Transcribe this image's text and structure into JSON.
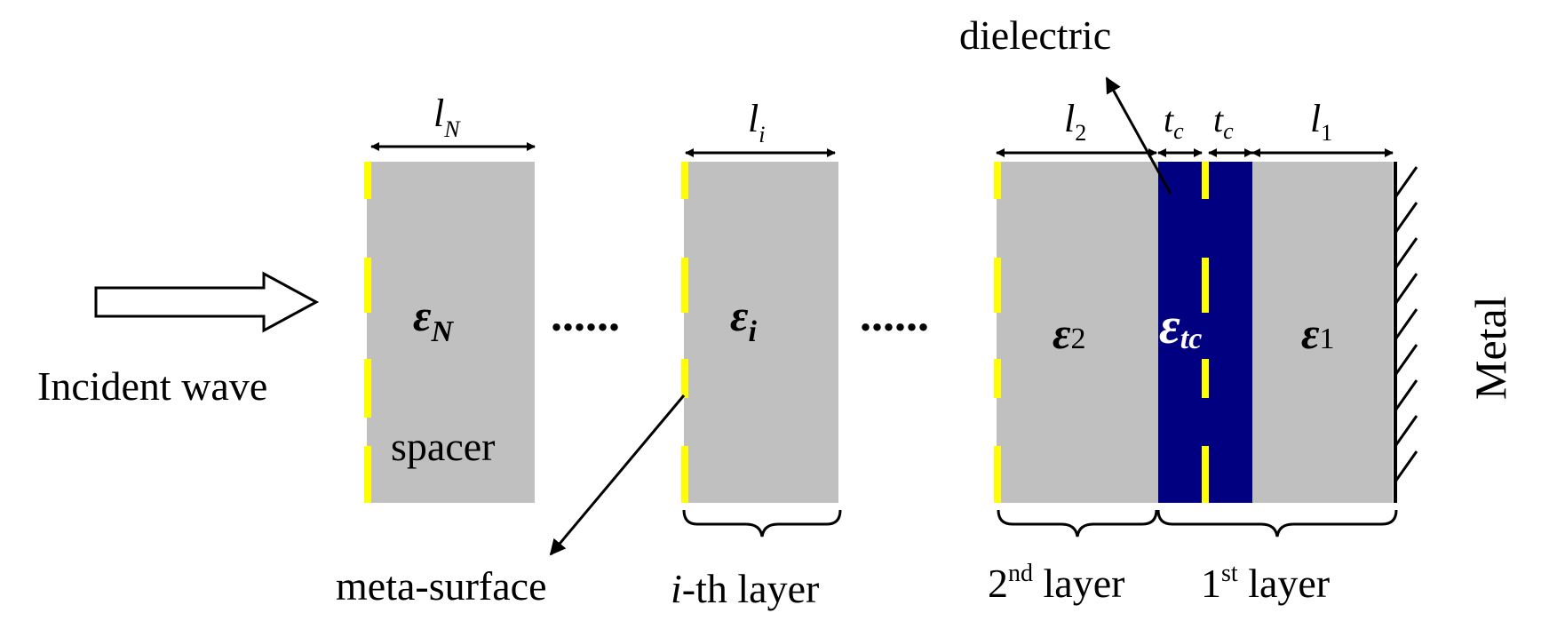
{
  "labels": {
    "incident_wave": "Incident wave",
    "spacer": "spacer",
    "meta_surface": "meta-surface",
    "dielectric": "dielectric",
    "metal": "Metal",
    "dots": "......",
    "ith_layer_italic": "i",
    "ith_layer_rest": "-th layer",
    "second_layer_num": "2",
    "second_layer_sup": "nd",
    "second_layer_rest": " layer",
    "first_layer_num": "1",
    "first_layer_sup": "st",
    "first_layer_rest": " layer"
  },
  "permittivity": {
    "eps_symbol": "ε",
    "layer_N_sub": "N",
    "layer_i_sub": "i",
    "layer_2_sub": "2",
    "layer_tc_sub": "tc",
    "layer_1_sub": "1"
  },
  "dimensions": {
    "l_symbol": "l",
    "lN_sub": "N",
    "li_sub": "i",
    "l2_sub": "2",
    "l1_sub": "1",
    "t_symbol": "t",
    "tc_sub": "c"
  },
  "colors": {
    "spacer": "#c0c0c0",
    "dielectric": "#000080",
    "metasurface": "#ffff00",
    "line": "#000000"
  }
}
